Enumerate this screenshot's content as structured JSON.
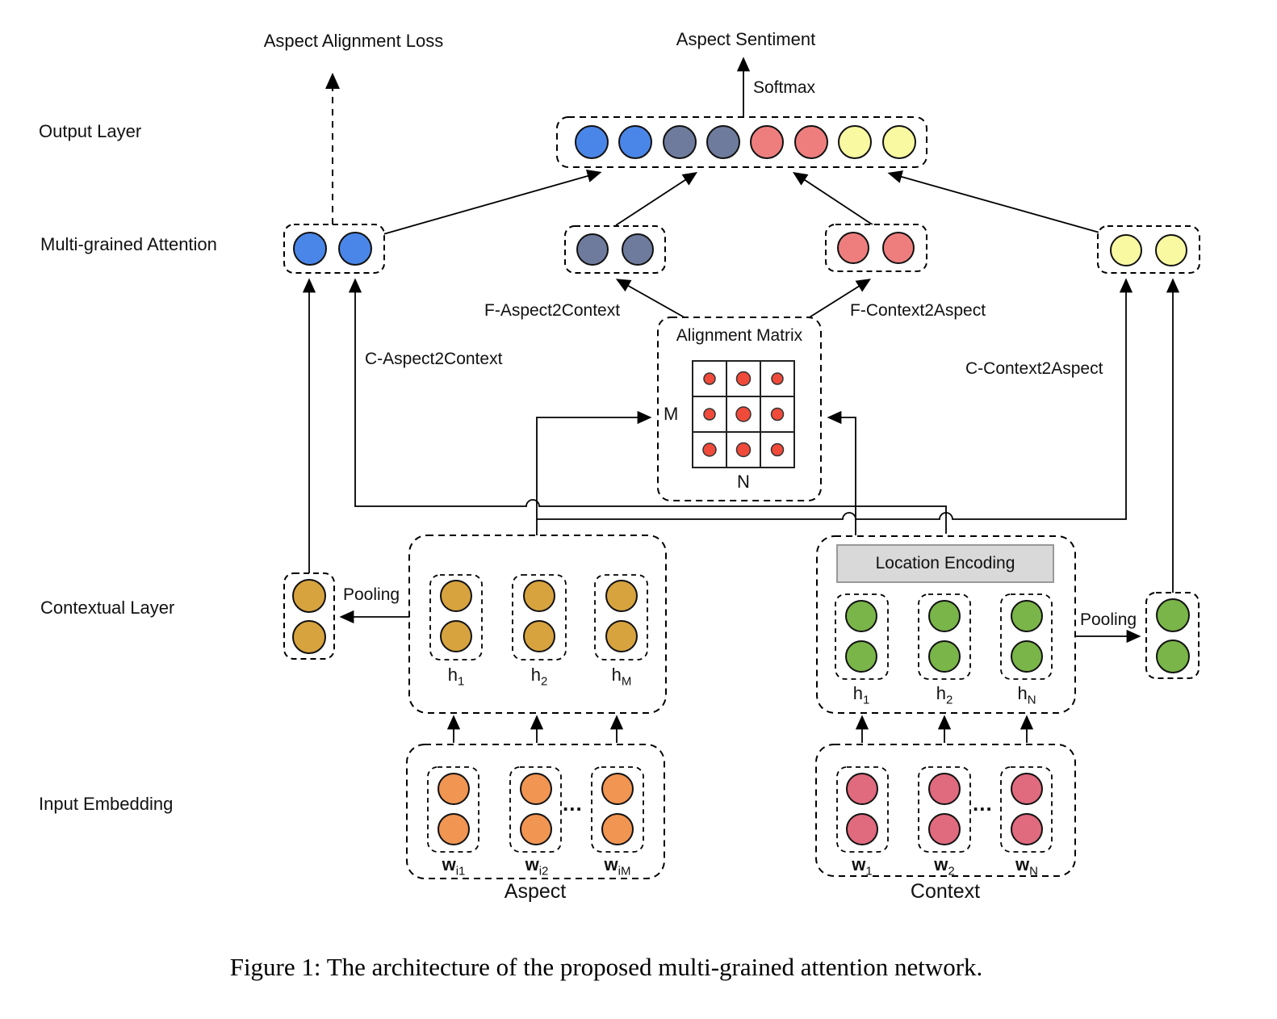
{
  "palette": {
    "blue": "#4a86e8",
    "slate": "#6f7b9d",
    "salmon": "#ee7e7e",
    "yellow": "#f9f9a2",
    "gold": "#d7a33f",
    "green": "#79b549",
    "orange": "#f09552",
    "rose": "#e06a7e",
    "matrix_dot": "#f04a3a",
    "location_bar": "#d9d9d9",
    "white": "#ffffff"
  },
  "layer_labels": {
    "output": "Output Layer",
    "attention": "Multi-grained Attention",
    "contextual": "Contextual Layer",
    "input": "Input Embedding"
  },
  "top": {
    "alignment_loss": "Aspect Alignment Loss",
    "aspect_sentiment": "Aspect Sentiment",
    "softmax": "Softmax"
  },
  "attention": {
    "f_aspect2context": "F-Aspect2Context",
    "f_context2aspect": "F-Context2Aspect",
    "c_aspect2context": "C-Aspect2Context",
    "c_context2aspect": "C-Context2Aspect"
  },
  "matrix": {
    "title": "Alignment Matrix",
    "rows_label": "M",
    "cols_label": "N",
    "rows": 3,
    "cols": 3
  },
  "contextual": {
    "pooling_left": "Pooling",
    "pooling_right": "Pooling",
    "location_encoding": "Location Encoding",
    "aspect_hidden": [
      {
        "base": "h",
        "sub": "1"
      },
      {
        "base": "h",
        "sub": "2"
      },
      {
        "base": "h",
        "sub": "M"
      }
    ],
    "context_hidden": [
      {
        "base": "h",
        "sub": "1"
      },
      {
        "base": "h",
        "sub": "2"
      },
      {
        "base": "h",
        "sub": "N"
      }
    ]
  },
  "input": {
    "aspect_words": [
      {
        "base": "w",
        "sub": "i1"
      },
      {
        "base": "w",
        "sub": "i2"
      },
      {
        "base": "w",
        "sub": "iM"
      }
    ],
    "context_words": [
      {
        "base": "w",
        "sub": "1"
      },
      {
        "base": "w",
        "sub": "2"
      },
      {
        "base": "w",
        "sub": "N"
      }
    ],
    "ellipsis": "...",
    "aspect_label": "Aspect",
    "context_label": "Context"
  },
  "caption": "Figure 1: The architecture of the proposed multi-grained attention network."
}
